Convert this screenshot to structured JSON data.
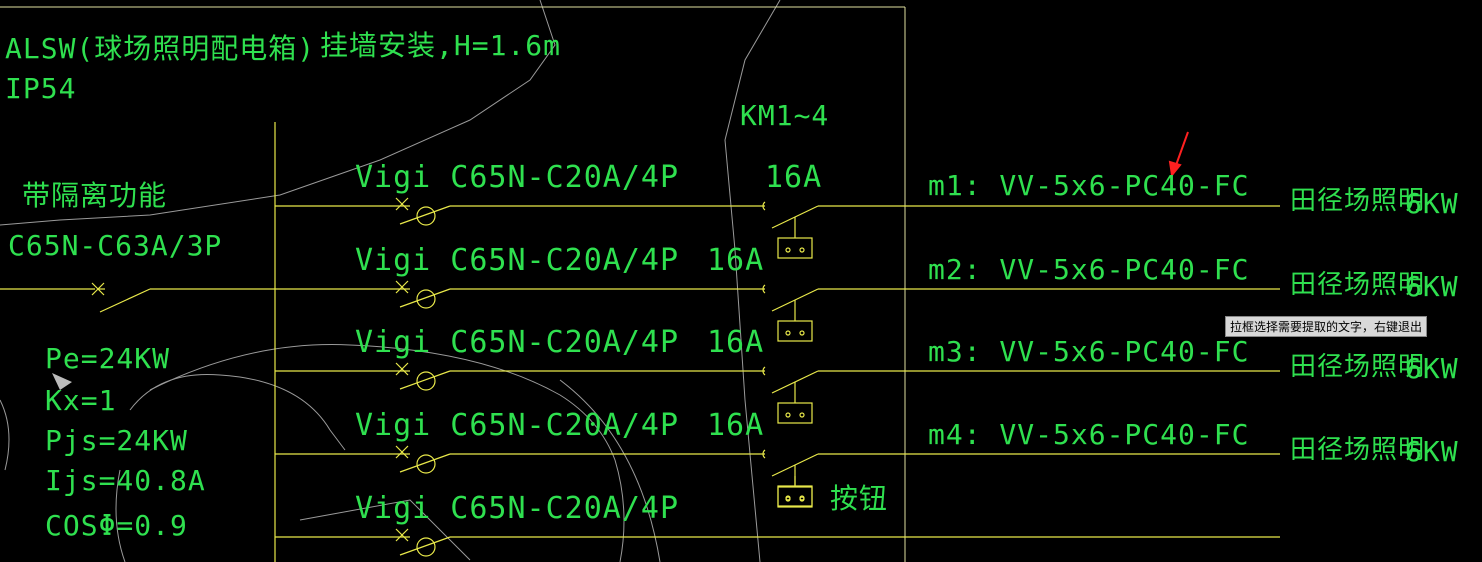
{
  "panel": {
    "name_line1": "ALSW(球场照明配电箱)",
    "name_line2": "IP54",
    "mount": "挂墙安装,H=1.6m",
    "isolation_note": "带隔离功能",
    "main_breaker": "C65N-C63A/3P",
    "contactor_label": "KM1~4"
  },
  "loads": {
    "pe": "Pe=24KW",
    "kx": "Kx=1",
    "pjs": "Pjs=24KW",
    "ijs": "Ijs=40.8A",
    "cos": "COSΦ=0.9"
  },
  "branches": [
    {
      "breaker": "Vigi C65N-C20A/4P",
      "rating": "16A",
      "cable": "m1: VV-5x6-PC40-FC",
      "load": "田径场照明",
      "power": "6KW"
    },
    {
      "breaker": "Vigi C65N-C20A/4P",
      "rating": "16A",
      "cable": "m2: VV-5x6-PC40-FC",
      "load": "田径场照明",
      "power": "6KW"
    },
    {
      "breaker": "Vigi C65N-C20A/4P",
      "rating": "16A",
      "cable": "m3: VV-5x6-PC40-FC",
      "load": "田径场照明",
      "power": "6KW"
    },
    {
      "breaker": "Vigi C65N-C20A/4P",
      "rating": "16A",
      "cable": "m4: VV-5x6-PC40-FC",
      "load": "田径场照明",
      "power": "6KW"
    },
    {
      "breaker": "Vigi C65N-C20A/4P"
    }
  ],
  "button_label": "按钮",
  "tooltip": "拉框选择需要提取的文字，右键退出",
  "colors": {
    "text": "#2fe04f",
    "wire": "#e8e84a",
    "sketch": "#9a9a9a",
    "frame": "#e0e0a0",
    "arrow": "#ff2020"
  }
}
